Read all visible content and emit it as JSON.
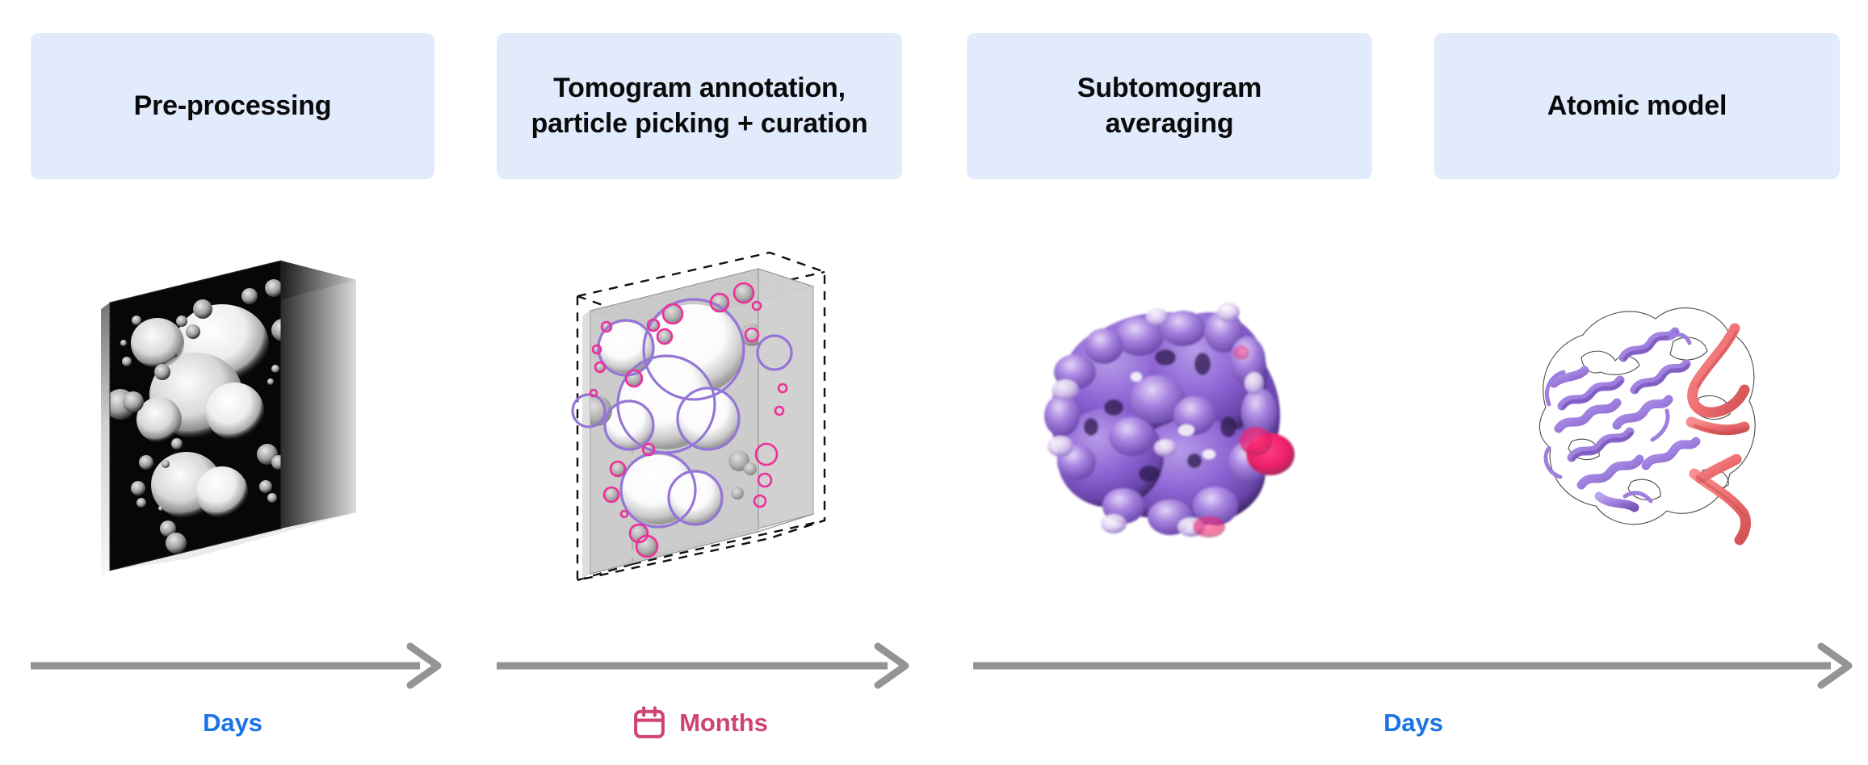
{
  "diagram": {
    "type": "workflow-pipeline",
    "orientation": "horizontal",
    "step_count": 4,
    "background_color": "#ffffff",
    "header_box_color": "#e1ebfc",
    "arrow_color": "#949494"
  },
  "steps": [
    {
      "index": 1,
      "title": "Pre-processing",
      "title_lines": [
        "Pre-processing"
      ],
      "illustration": {
        "name": "tomogram-volume-slab",
        "description": "3D black tomogram volume slab containing white fuzzy spherical particles",
        "slab_fill": "#0b0b0b",
        "particle_color": "#f2f2f2"
      }
    },
    {
      "index": 2,
      "title": "Tomogram annotation, particle picking + curation",
      "title_lines": [
        "Tomogram annotation,",
        "particle picking + curation"
      ],
      "illustration": {
        "name": "annotated-tomogram-slab",
        "description": "Light grey inverted tomogram slab with dashed bounding box, purple circles marking large picked particles and pink circles marking small picked particles",
        "slab_fill": "#c8c8c8",
        "large_pick_color": "#9575d6",
        "small_pick_color": "#ef2f9a",
        "bounding_box_style": "dashed"
      }
    },
    {
      "index": 3,
      "title": "Subtomogram averaging",
      "title_lines": [
        "Subtomogram",
        "averaging"
      ],
      "illustration": {
        "name": "density-map-surface",
        "description": "Purple cryo-EM density map isosurface with pink/red highlighted region",
        "surface_color": "#8d63d4",
        "highlight_color": "#f0216b",
        "shadow_color": "#4a2c7a"
      }
    },
    {
      "index": 4,
      "title": "Atomic model",
      "title_lines": [
        "Atomic model"
      ],
      "illustration": {
        "name": "atomic-model-ribbon",
        "description": "Atomic ribbon model with purple protein helices and salmon RNA strands inside a transparent density outline",
        "protein_color": "#9e7ede",
        "nucleic_color": "#ef6f72",
        "density_outline_color": "#4a4a4a"
      }
    }
  ],
  "durations": [
    {
      "index": 1,
      "label": "Days",
      "color": "#1a73e8",
      "icon": null,
      "spans_steps": [
        1
      ],
      "arrow": {
        "name": "progress-arrow",
        "direction": "right",
        "color": "#949494"
      }
    },
    {
      "index": 2,
      "label": "Months",
      "color": "#ce4572",
      "icon": "calendar-icon",
      "spans_steps": [
        2
      ],
      "arrow": {
        "name": "progress-arrow",
        "direction": "right",
        "color": "#949494"
      }
    },
    {
      "index": 3,
      "label": "Days",
      "color": "#1a73e8",
      "icon": null,
      "spans_steps": [
        3,
        4
      ],
      "arrow": {
        "name": "progress-arrow",
        "direction": "right",
        "color": "#949494"
      }
    }
  ]
}
